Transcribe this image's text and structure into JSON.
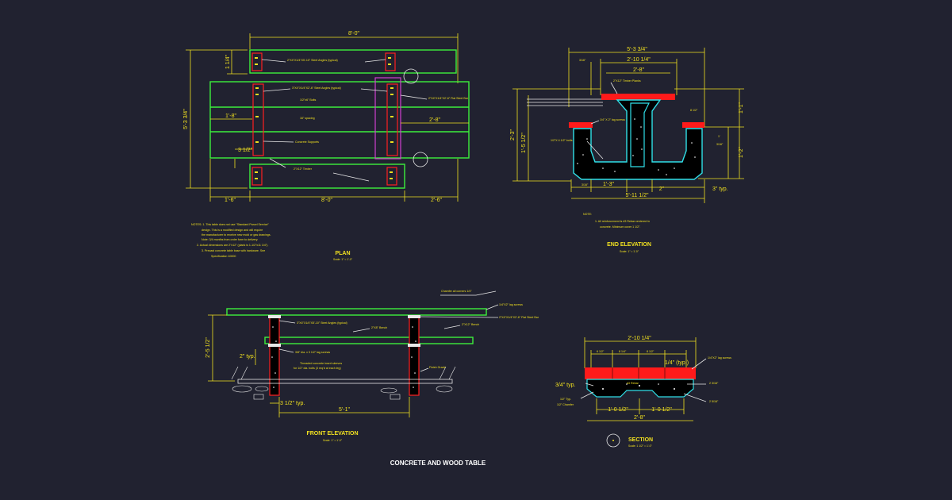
{
  "main_title": "CONCRETE AND WOOD TABLE",
  "plan": {
    "title": "PLAN",
    "scale": "Scale: 1\" = 1'-0\"",
    "dims": {
      "overall_top": "8'-0\"",
      "left_small": "1 1/4\"",
      "left_overall": "5'-3 3/4\"",
      "inner_left": "1'-8\"",
      "inner_right": "2'-8\"",
      "half_inch": "3 1/2\"",
      "bottom_left": "1'-6\"",
      "bottom_mid": "8'-0\"",
      "bottom_right": "2'-6\""
    },
    "labels": [
      "2\"X4\"X1/4\"X5'-10\" Steel Angles (typical)",
      "3\"X4\"X1/4\"X2'-6\" Steel Angles (typical)",
      "1/2\"x6\" Bolts",
      "16\" spacing",
      "Concrete Supports",
      "2\"X4\"X1/4\"X2'-6\" Flat Steel Bar",
      "2\"X12\" Timber"
    ],
    "notes": [
      "NOTES: 1. This table does not use \"Standard Parcel Service\"",
      "design. This is a modified design and will require",
      "the manufacturer to receive new mold or gas drawings.",
      "Note: 3/4 months from order form to delivery.",
      "2. Actual dimensions are 2\"x12\" (plank is 1-1/2\"x11 1/4\").",
      "3. Precast concrete table base with hardware. See",
      "Specification 10000"
    ]
  },
  "end_elevation": {
    "title": "END ELEVATION",
    "scale": "Scale: 1\" = 1'-0\"",
    "dims": {
      "top": "5'-3 3/4\"",
      "second": "2'-10 1/4\"",
      "third": "2'-8\"",
      "left_small": "3/16\"",
      "right1": "1'-1\"",
      "right2": "1'-2\"",
      "left_overall": "2'-3\"",
      "left_mid": "1'-5 1/2\"",
      "bottom_1": "1'-3\"",
      "bottom_2": "2\"",
      "bottom_overall": "5'-11 1/2\"",
      "typ": "3\" typ."
    },
    "labels": [
      "2\"X12\" Timber Planks",
      "1/4\" X 2\" lag screws",
      "1/2\"X 4 1/2\" bolts",
      "8 1/2\"",
      "1'",
      "3/16\""
    ],
    "notes": [
      "NOTE:",
      "1. All reinforcement is #3 Rebar centered in",
      "concrete. Minimum cover 1 1/2\"."
    ]
  },
  "front_elevation": {
    "title": "FRONT ELEVATION",
    "scale": "Scale: 1\" = 1'-0\"",
    "dims": {
      "height": "2'-5 1/2\"",
      "typ_left": "2\" typ.",
      "bottom_left": "3 1/2\" typ.",
      "bottom_mid": "5'-1\""
    },
    "labels": [
      "Chamfer all corners 1/4\"",
      "1/4\"X2\" lag screws",
      "2\"X4\"X1/4\"X2'-6\" Flat Steel Bar",
      "3\"X4\"X1/4\"X5'-10\" Steel Angles (typical)",
      "2\"X8\" Bench",
      "2\"X12\" Bench",
      "3/8\" dia. x 3 1/2\" lag screws",
      "Threaded concrete insert sleeves",
      "for 1/2\" dia. bolts (3 req'd at each leg)",
      "Finish Grade"
    ]
  },
  "section": {
    "title": "SECTION",
    "scale": "Scale: 1 1/2\" = 1'-0\"",
    "dims": {
      "top": "2'-10 1/4\"",
      "a": "6 1/2\"",
      "b": "8 1/4\"",
      "c": "8 1/2\"",
      "typ": "1/4\" (typ.)",
      "left_typ": "3/4\" typ.",
      "bottom_1": "1'-0 1/2\"",
      "bottom_2": "1'-0 1/2\"",
      "bottom_overall": "2'-8\"",
      "right1": "2 3/16\"",
      "right2": "2 5/16\""
    },
    "labels": [
      "1/4\"X2\" lag screws",
      "#3 Rebar",
      "1/2\" Typ.",
      "1/2\" Chamfer"
    ]
  },
  "colors": {
    "background": "#212230",
    "dimension": "#f0e020",
    "timber": "#3cf03c",
    "steel": "#ff2020",
    "rebar": "#30e0e8"
  }
}
